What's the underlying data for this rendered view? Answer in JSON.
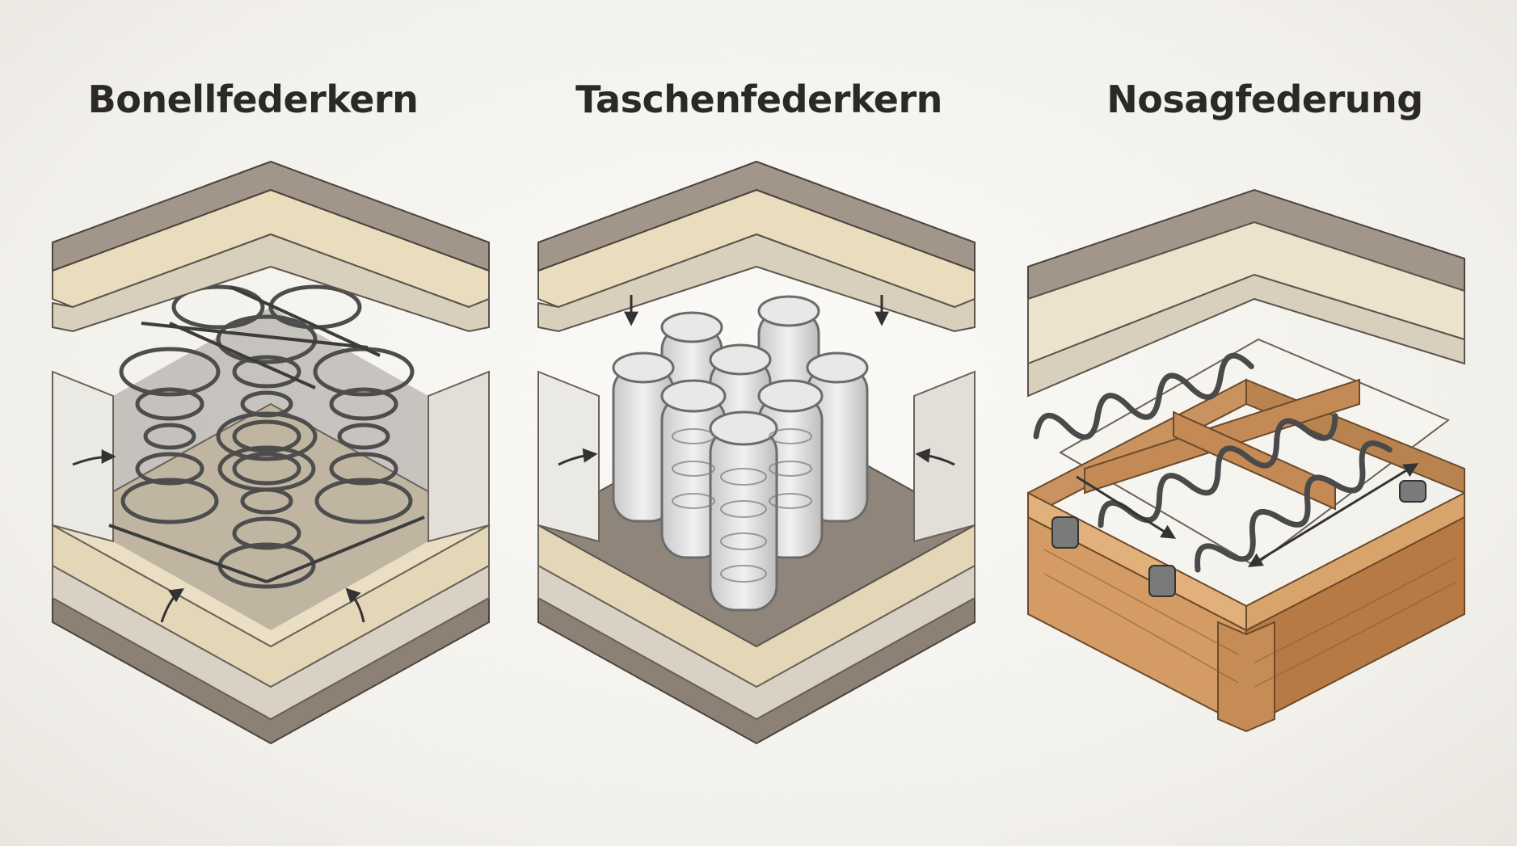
{
  "panels": [
    {
      "id": "bonell",
      "title": "Bonellfederkern"
    },
    {
      "id": "taschen",
      "title": "Taschenfederkern"
    },
    {
      "id": "nosag",
      "title": "Nosagfederung"
    }
  ]
}
